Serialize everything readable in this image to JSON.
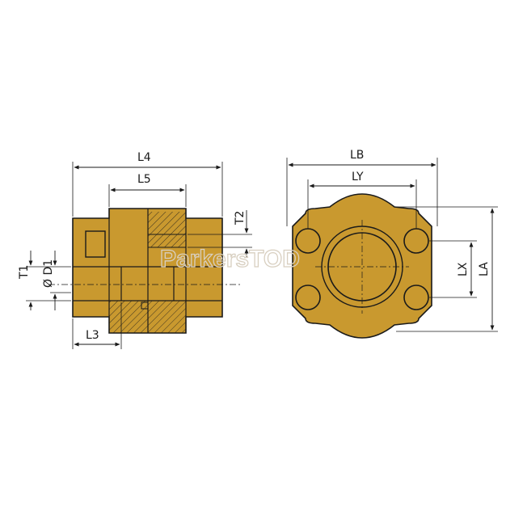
{
  "colors": {
    "body": "#c9992f",
    "line": "#1a1a1a",
    "background": "#ffffff"
  },
  "side_view": {
    "dims": {
      "L4": "L4",
      "L5": "L5",
      "L3": "L3",
      "T1": "T1",
      "D1": "Ø D1",
      "T2": "T2"
    }
  },
  "front_view": {
    "dims": {
      "LB": "LB",
      "LY": "LY",
      "LX": "LX",
      "LA": "LA"
    }
  },
  "watermark": "ParkersTOD"
}
